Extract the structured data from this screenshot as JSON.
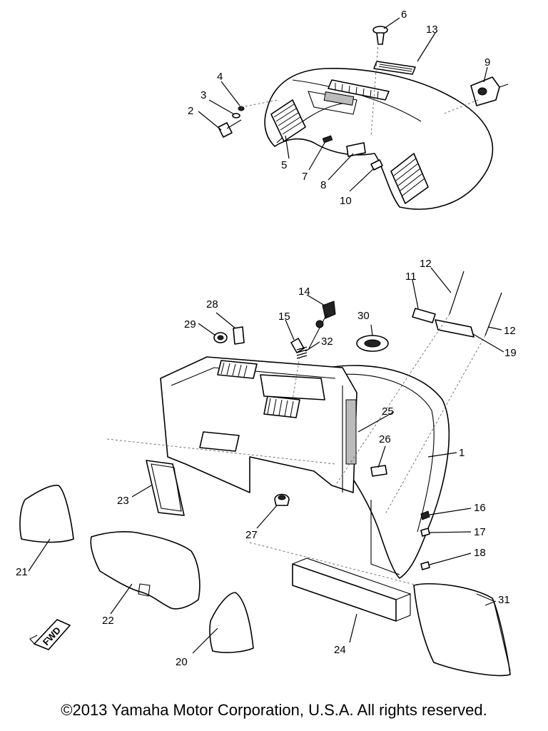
{
  "callouts": [
    "1",
    "2",
    "3",
    "4",
    "5",
    "6",
    "7",
    "8",
    "9",
    "10",
    "11",
    "12",
    "13",
    "14",
    "15",
    "16",
    "17",
    "18",
    "19",
    "20",
    "21",
    "22",
    "23",
    "24",
    "25",
    "26",
    "27",
    "28",
    "29",
    "30",
    "31",
    "32"
  ],
  "callout_12b": "12",
  "fwd_label": "FWD",
  "copyright": "©2013 Yamaha Motor Corporation, U.S.A. All rights reserved."
}
